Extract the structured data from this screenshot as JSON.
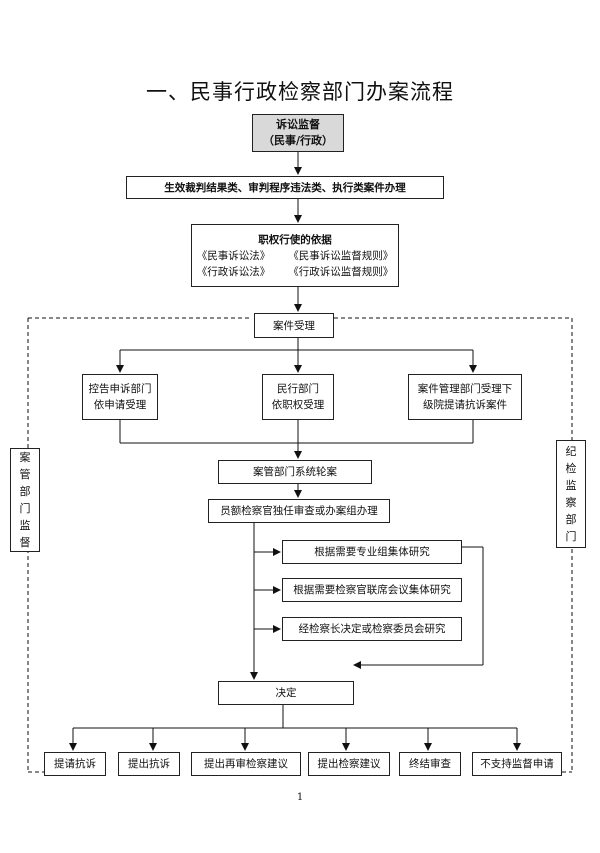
{
  "title": "一、民事行政检察部门办案流程",
  "nodes": {
    "top": {
      "line1": "诉讼监督",
      "line2": "（民事/行政）"
    },
    "scope": "生效裁判结果类、审判程序违法类、执行类案件办理",
    "basis": {
      "heading": "职权行使的依据",
      "laws": [
        "《民事诉讼法》",
        "《民事诉讼监督规则》",
        "《行政诉讼法》",
        "《行政诉讼监督规则》"
      ]
    },
    "accept": "案件受理",
    "branch_left": {
      "line1": "控告申诉部门",
      "line2": "依申请受理"
    },
    "branch_mid": {
      "line1": "民行部门",
      "line2": "依职权受理"
    },
    "branch_right": {
      "line1": "案件管理部门受理下",
      "line2": "级院提请抗诉案件"
    },
    "rotation": "案管部门系统轮案",
    "review": "员额检察官独任审查或办案组办理",
    "research1": "根据需要专业组集体研究",
    "research2": "根据需要检察官联席会议集体研究",
    "research3": "经检察长决定或检察委员会研究",
    "decision": "决定",
    "outcomes": [
      "提请抗诉",
      "提出抗诉",
      "提出再审检察建议",
      "提出检察建议",
      "终结审查",
      "不支持监督申请"
    ]
  },
  "side_left": [
    "案",
    "管",
    "部",
    "门",
    "监",
    "督"
  ],
  "side_right": [
    "纪",
    "检",
    "监",
    "察",
    "部",
    "门"
  ],
  "page_number": "1"
}
